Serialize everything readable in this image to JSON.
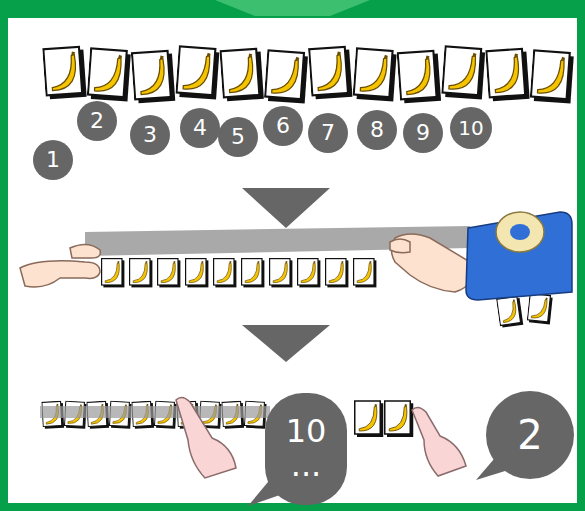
{
  "diagram": {
    "nodes": [
      {
        "text": [
          "1"
        ]
      },
      {
        "text": [
          "2"
        ]
      },
      {
        "text": [
          "3"
        ]
      },
      {
        "text": [
          "4"
        ]
      },
      {
        "text": [
          "5"
        ]
      },
      {
        "text": [
          "6"
        ]
      },
      {
        "text": [
          "7"
        ]
      },
      {
        "text": [
          "8"
        ]
      },
      {
        "text": [
          "9"
        ]
      },
      {
        "text": [
          "10"
        ]
      },
      {
        "text": [
          "10 ..."
        ]
      },
      {
        "text": [
          "2"
        ]
      }
    ]
  }
}
